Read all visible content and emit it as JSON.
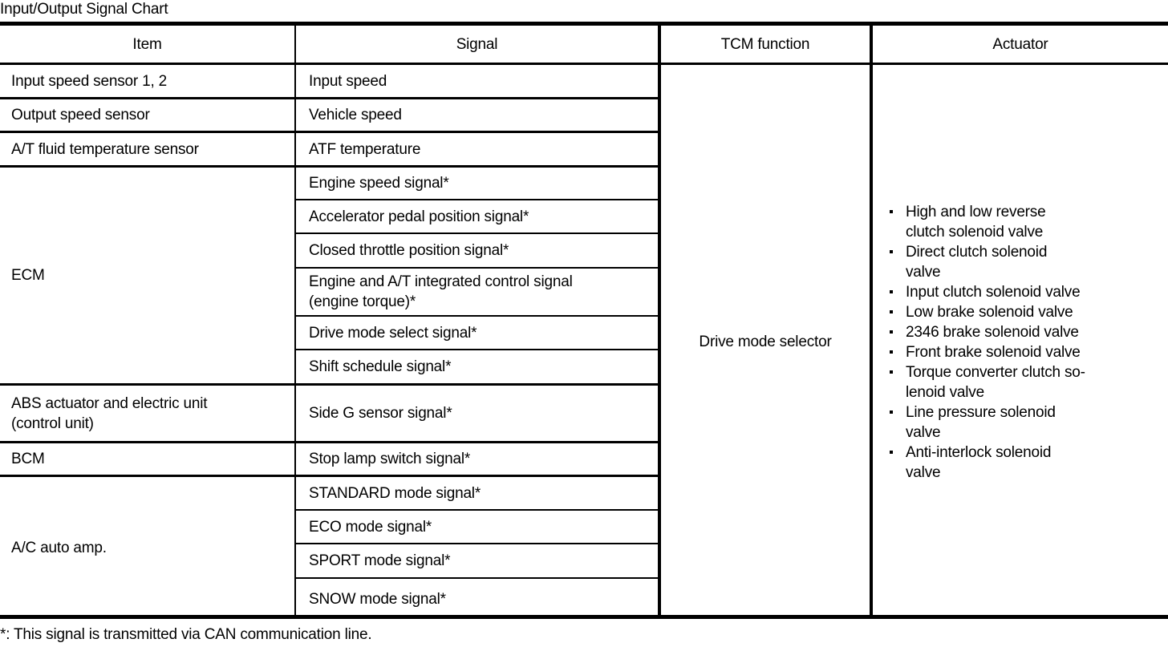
{
  "document": {
    "title": "Input/Output Signal Chart",
    "footnote": "*: This signal is transmitted via CAN communication line."
  },
  "table": {
    "headers": {
      "item": "Item",
      "signal": "Signal",
      "tcm_function": "TCM function",
      "actuator": "Actuator"
    },
    "items": {
      "input_speed_sensor": "Input speed sensor 1, 2",
      "output_speed_sensor": "Output speed sensor",
      "at_fluid_temp_sensor": "A/T fluid temperature sensor",
      "ecm": "ECM",
      "abs_actuator_line1": "ABS actuator and electric unit",
      "abs_actuator_line2": "(control unit)",
      "bcm": "BCM",
      "ac_auto_amp": "A/C auto amp."
    },
    "signals": {
      "input_speed": "Input speed",
      "vehicle_speed": "Vehicle speed",
      "atf_temperature": "ATF temperature",
      "engine_speed": "Engine speed signal*",
      "accelerator_pedal": "Accelerator pedal position signal*",
      "closed_throttle": "Closed throttle position signal*",
      "integrated_control_line1": "Engine and A/T integrated control signal",
      "integrated_control_line2": "(engine torque)*",
      "drive_mode_select": "Drive mode select signal*",
      "shift_schedule": "Shift schedule signal*",
      "side_g_sensor": "Side G sensor signal*",
      "stop_lamp_switch": "Stop lamp switch signal*",
      "standard_mode": "STANDARD mode signal*",
      "eco_mode": "ECO mode signal*",
      "sport_mode": "SPORT mode signal*",
      "snow_mode": "SNOW mode signal*"
    },
    "tcm_function": "Drive mode selector",
    "actuator_bullets": [
      {
        "line1": "High and low reverse",
        "line2": "clutch solenoid valve"
      },
      {
        "line1": "Direct clutch solenoid",
        "line2": "valve"
      },
      {
        "line1": "Input clutch solenoid valve",
        "line2": ""
      },
      {
        "line1": "Low brake solenoid valve",
        "line2": ""
      },
      {
        "line1": "2346 brake solenoid valve",
        "line2": ""
      },
      {
        "line1": "Front brake solenoid valve",
        "line2": ""
      },
      {
        "line1": "Torque converter clutch so-",
        "line2": "lenoid valve"
      },
      {
        "line1": "Line pressure solenoid",
        "line2": "valve"
      },
      {
        "line1": "Anti-interlock solenoid",
        "line2": "valve"
      }
    ]
  },
  "colors": {
    "text": "#000000",
    "background": "#ffffff",
    "rule": "#000000"
  }
}
